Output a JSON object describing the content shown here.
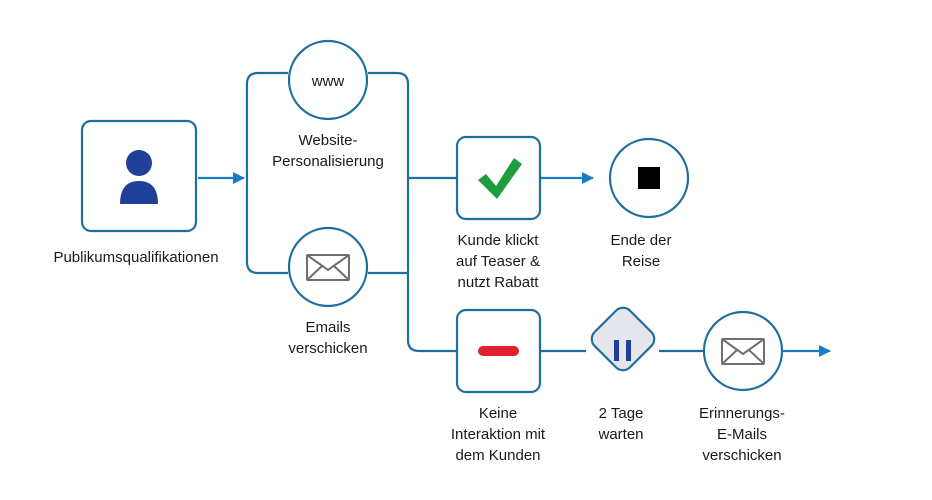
{
  "colors": {
    "stroke": "#1f6f9e",
    "arrow": "#1a7cc7",
    "person": "#1f3f99",
    "check": "#1e9e3e",
    "minus": "#e0202f",
    "pause": "#1f3f99",
    "pause_fill": "#e4e6ec",
    "envelope": "#6f6f6f",
    "stop": "#000000",
    "text": "#1a1a1a"
  },
  "nodes": {
    "audience": {
      "icon": "person-icon",
      "label": [
        "Publikumsqualifikationen"
      ]
    },
    "website": {
      "icon": "www-icon",
      "icon_text": "www",
      "label": [
        "Website-",
        "Personalisierung"
      ]
    },
    "emails": {
      "icon": "envelope-icon",
      "label": [
        "Emails",
        "verschicken"
      ]
    },
    "clicked": {
      "icon": "checkmark-icon",
      "label": [
        "Kunde klickt",
        "auf Teaser &",
        "nutzt Rabatt"
      ]
    },
    "end": {
      "icon": "stop-icon",
      "label": [
        "Ende der",
        "Reise"
      ]
    },
    "no_interaction": {
      "icon": "minus-icon",
      "label": [
        "Keine",
        "Interaktion mit",
        "dem Kunden"
      ]
    },
    "wait": {
      "icon": "pause-icon",
      "label": [
        "2 Tage",
        "warten"
      ]
    },
    "reminder": {
      "icon": "envelope-icon",
      "label": [
        "Erinnerungs-",
        "E-Mails",
        "verschicken"
      ]
    }
  }
}
